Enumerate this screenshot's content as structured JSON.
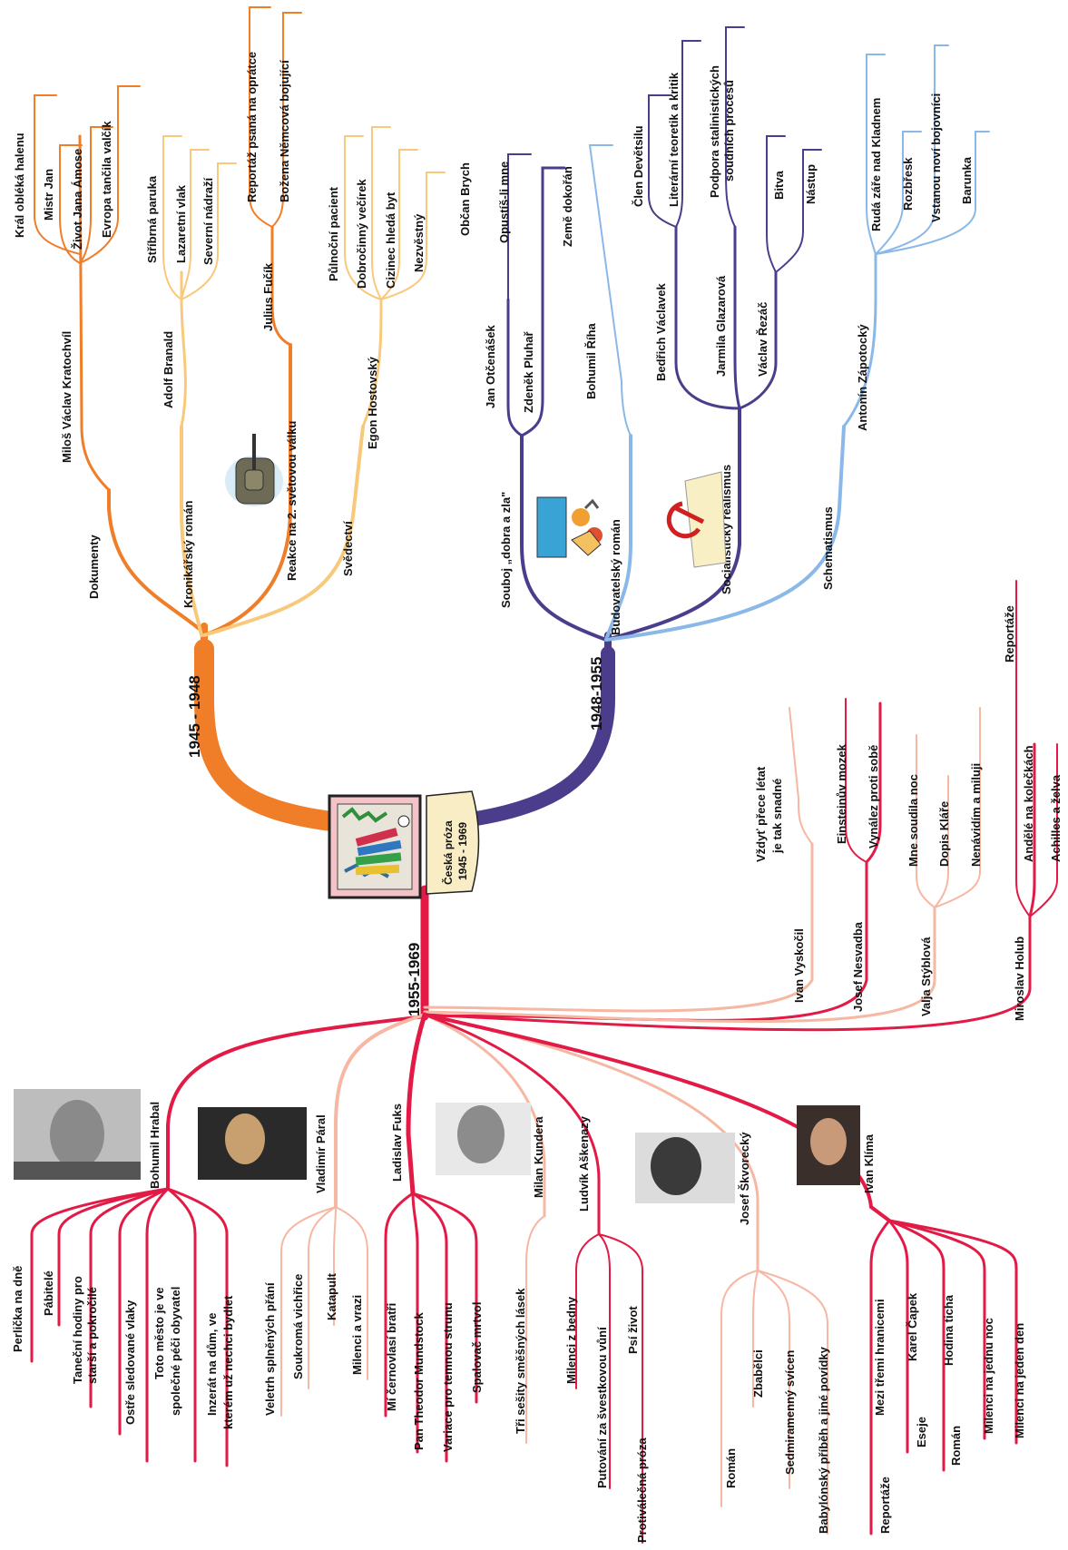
{
  "center": {
    "line1": "Česká próza",
    "line2": "1945 - 1969"
  },
  "eras": [
    {
      "key": "e1",
      "label": "1945 - 1948",
      "color": "#f07d28"
    },
    {
      "key": "e2",
      "label": "1948-1955",
      "color": "#4b3d8c"
    },
    {
      "key": "e3",
      "label": "1955-1969",
      "color": "#e21a45"
    }
  ],
  "colors": {
    "orange": "#f07d28",
    "light_orange": "#f8c97a",
    "purple": "#4b3d8c",
    "light_blue": "#8ab8e8",
    "red": "#e21a45",
    "pink": "#f6b7a3"
  },
  "branches": {
    "dokumenty": "Dokumenty",
    "kronikarsky": "Kronikářský román",
    "reakce": "Reakce na 2. světovou válku",
    "svedectvi": "Svědectví",
    "souboj": "Souboj „dobra a zla\"",
    "budovatelsky": "Budovatelský román",
    "socrealismus": "Socialistický realismus",
    "schematismus": "Schematismus"
  },
  "authors": {
    "kratochvil": "Miloš Václav Kratochvíl",
    "branald": "Adolf Branald",
    "fucik": "Julius Fučík",
    "hostovsky": "Egon Hostovský",
    "otcenasek": "Jan Otčenášek",
    "pluhar": "Zdeněk Pluhař",
    "riha": "Bohumil Říha",
    "vaclavek": "Bedřich Václavek",
    "glazarova": "Jarmila Glazarová",
    "rezac": "Václav Řezáč",
    "zapotocky": "Antonín Zápotocký",
    "vyskocil": "Ivan Vyskočil",
    "nesvadba": "Josef Nesvadba",
    "styblova": "Valja Stýblová",
    "holub": "Miroslav Holub",
    "hrabal": "Bohumil Hrabal",
    "paral": "Vladimír Páral",
    "fuks": "Ladislav Fuks",
    "kundera": "Milan Kundera",
    "askenazy": "Ludvík Aškenazy",
    "skvorecky": "Josef Škvorecký",
    "klima": "Ivan Klíma"
  },
  "works": {
    "k1": "Král obléká halenu",
    "k2": "Mistr Jan",
    "k3": "Život Jana Ámose",
    "k4": "Evropa tančila valčík",
    "b1": "Stříbrná paruka",
    "b2": "Lazaretní vlak",
    "b3": "Severní nádraží",
    "f1": "Reportáž psaná na oprátce",
    "f2": "Božena Němcová bojující",
    "h1": "Půlnoční pacient",
    "h2": "Dobročinný večírek",
    "h3": "Cizinec hledá byt",
    "h4": "Nezvěstný",
    "o1": "Občan Brych",
    "p1": "Opustíš-li mne",
    "r1": "Země dokořán",
    "v1": "Člen Devětsilu",
    "v2": "Literární teoretik a kritik",
    "g1": "Podpora stalinistických",
    "g2": "soudních procesů",
    "z1": "Bitva",
    "z2": "Nástup",
    "a1": "Rudá záře nad Kladnem",
    "a2": "Rozbřesk",
    "a3": "Vstanou noví bojovníci",
    "a4": "Barunka",
    "vy1a": "Vždyť přece létat",
    "vy1b": "je tak snadné",
    "n1": "Einsteinův mozek",
    "n2": "Vynález proti sobě",
    "s1": "Mne soudila noc",
    "s2": "Dopis Kláře",
    "s3": "Nenávidím a miluji",
    "ho1": "Reportáže",
    "ho2": "Andělé na kolečkách",
    "ho3": "Achilles a želva",
    "hr1": "Perlička na dně",
    "hr2": "Pábitelé",
    "hr3a": "Taneční hodiny pro",
    "hr3b": "starší a pokročilé",
    "hr4": "Ostře sledované vlaky",
    "hr5a": "Toto město je ve",
    "hr5b": "společné péči obyvatel",
    "hr6a": "Inzerát na dům, ve",
    "hr6b": "kterém už nechci bydlet",
    "pa1": "Veletrh splněných přání",
    "pa2": "Soukromá vichřice",
    "pa3": "Katapult",
    "pa4": "Milenci a vrazi",
    "fu1": "Mí černovlasí bratři",
    "fu2": "Pan Theodor Mundstock",
    "fu3": "Variace pro temnou strunu",
    "fu4": "Spalovač mrtvol",
    "ku1": "Tři sešity směšných lásek",
    "as1": "Milenci z bedny",
    "as2": "Putování za švestkovou vůní",
    "as3": "Psí život",
    "as4": "Protiválečná próza",
    "sk0": "Román",
    "sk1": "Zbabělci",
    "sk2": "Sedmiramenný svícen",
    "sk3": "Babylónský příběh a jiné povídky",
    "kl1": "Reportáže",
    "kl2": "Mezi třemi hranicemi",
    "kl3": "Eseje",
    "kl4": "Karel Čapek",
    "kl5": "Román",
    "kl6": "Hodina ticha",
    "kl7": "Milenci na jednu noc",
    "kl8": "Milenci na jeden den"
  },
  "icons": {
    "center": "books-illustration-icon",
    "tank": "tank-icon",
    "pioneers": "pioneers-icon",
    "hammer": "hammer-sickle-icon",
    "portraits": "author-portrait"
  }
}
